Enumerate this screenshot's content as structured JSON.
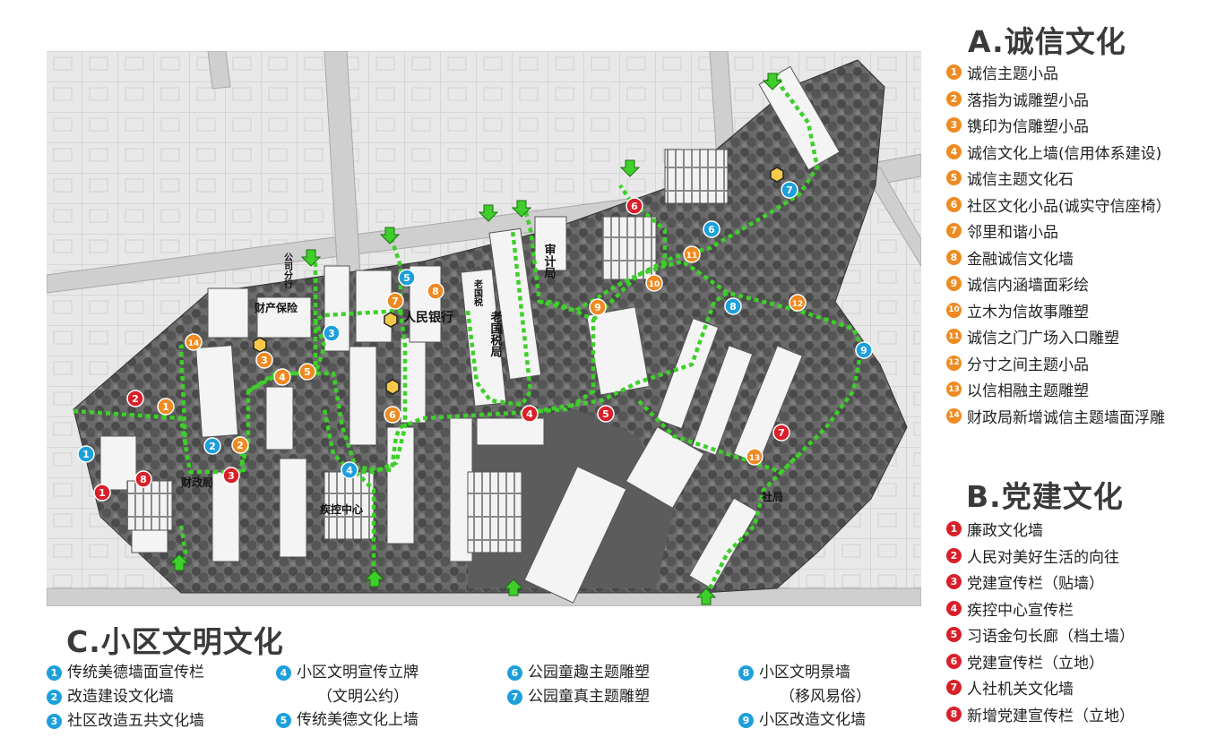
{
  "sections": {
    "a": {
      "title": "A.诚信文化",
      "items": [
        {
          "num": "1",
          "label": "诚信主题小品"
        },
        {
          "num": "2",
          "label": "落指为诚雕塑小品"
        },
        {
          "num": "3",
          "label": "镌印为信雕塑小品"
        },
        {
          "num": "4",
          "label": "诚信文化上墙(信用体系建设)"
        },
        {
          "num": "5",
          "label": "诚信主题文化石"
        },
        {
          "num": "6",
          "label": "社区文化小品(诚实守信座椅）"
        },
        {
          "num": "7",
          "label": "邻里和谐小品"
        },
        {
          "num": "8",
          "label": "金融诚信文化墙"
        },
        {
          "num": "9",
          "label": "诚信内涵墙面彩绘"
        },
        {
          "num": "10",
          "label": "立木为信故事雕塑"
        },
        {
          "num": "11",
          "label": "诚信之门广场入口雕塑"
        },
        {
          "num": "12",
          "label": "分寸之间主题小品"
        },
        {
          "num": "13",
          "label": "以信相融主题雕塑"
        },
        {
          "num": "14",
          "label": "财政局新增诚信主题墙面浮雕"
        }
      ]
    },
    "b": {
      "title": "B.党建文化",
      "items": [
        {
          "num": "1",
          "label": "廉政文化墙"
        },
        {
          "num": "2",
          "label": "人民对美好生活的向往"
        },
        {
          "num": "3",
          "label": "党建宣传栏（贴墙）"
        },
        {
          "num": "4",
          "label": "疾控中心宣传栏"
        },
        {
          "num": "5",
          "label": "习语金句长廊（档土墙）"
        },
        {
          "num": "6",
          "label": "党建宣传栏（立地）"
        },
        {
          "num": "7",
          "label": "人社机关文化墙"
        },
        {
          "num": "8",
          "label": "新增党建宣传栏（立地）"
        }
      ]
    },
    "c": {
      "title": "C.小区文明文化",
      "items": [
        {
          "num": "1",
          "label": "传统美德墙面宣传栏"
        },
        {
          "num": "2",
          "label": "改造建设文化墙"
        },
        {
          "num": "3",
          "label": "社区改造五共文化墙"
        },
        {
          "num": "4",
          "label": "小区文明宣传立牌",
          "sub": "（文明公约）"
        },
        {
          "num": "5",
          "label": "传统美德文化上墙"
        },
        {
          "num": "6",
          "label": "公园童趣主题雕塑"
        },
        {
          "num": "7",
          "label": "公园童真主题雕塑"
        },
        {
          "num": "8",
          "label": "小区文明景墙",
          "sub": "（移风易俗）"
        },
        {
          "num": "9",
          "label": "小区改造文化墙"
        }
      ]
    }
  },
  "map_labels": {
    "bank": "人民银行",
    "tax": "老国税局",
    "tax_small": "老国税",
    "audit": "审计局",
    "property": "财产保险",
    "finance": "财政局",
    "cdc": "疾控中心",
    "social": "社局",
    "branch": "公司分行"
  },
  "colors": {
    "orange": "#ee8a22",
    "red": "#d9202a",
    "blue": "#1d9fdc",
    "path": "#3ecf2a"
  }
}
